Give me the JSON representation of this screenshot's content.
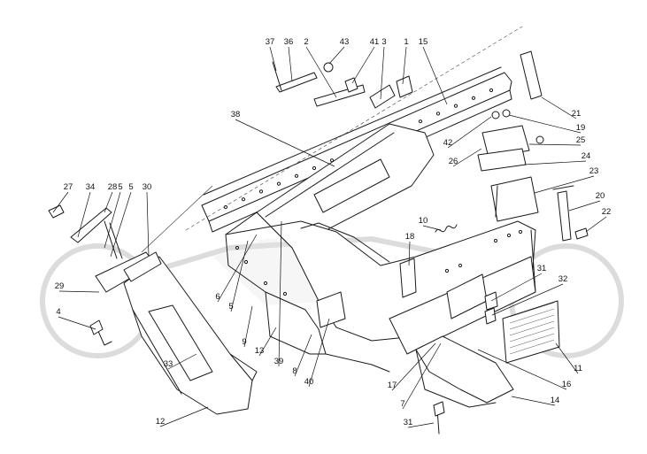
{
  "diagram": {
    "callouts": [
      "1",
      "2",
      "3",
      "4",
      "5",
      "5",
      "5",
      "6",
      "7",
      "8",
      "9",
      "10",
      "11",
      "12",
      "13",
      "14",
      "15",
      "16",
      "17",
      "18",
      "19",
      "20",
      "21",
      "22",
      "23",
      "24",
      "25",
      "26",
      "27",
      "28",
      "29",
      "30",
      "31",
      "31",
      "32",
      "33",
      "34",
      "36",
      "37",
      "38",
      "39",
      "40",
      "41",
      "42",
      "43"
    ],
    "colors": {
      "ink": "#1a1a1a",
      "watermark": "#dcdcdc",
      "background": "#ffffff"
    }
  }
}
